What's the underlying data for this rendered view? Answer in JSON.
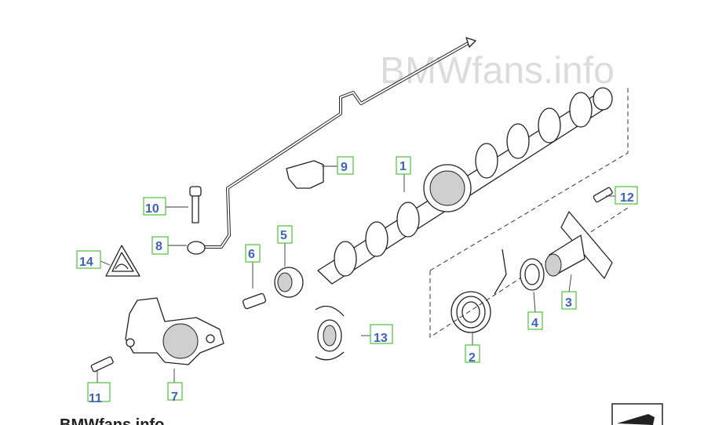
{
  "watermark": {
    "top_text": "BMWfans.info",
    "bottom_text": "BMWfans.info"
  },
  "callouts": {
    "c1": "1",
    "c2": "2",
    "c3": "3",
    "c4": "4",
    "c5": "5",
    "c6": "6",
    "c7": "7",
    "c8": "8",
    "c9": "9",
    "c10": "10",
    "c11": "11",
    "c12": "12",
    "c13": "13",
    "c14": "14"
  },
  "colors": {
    "callout_border": "#4cc23a",
    "callout_text": "#3b63b8",
    "line": "#222222"
  },
  "icons": {
    "corner_button": "arrow-icon",
    "warning_sign": "warning-icon"
  }
}
